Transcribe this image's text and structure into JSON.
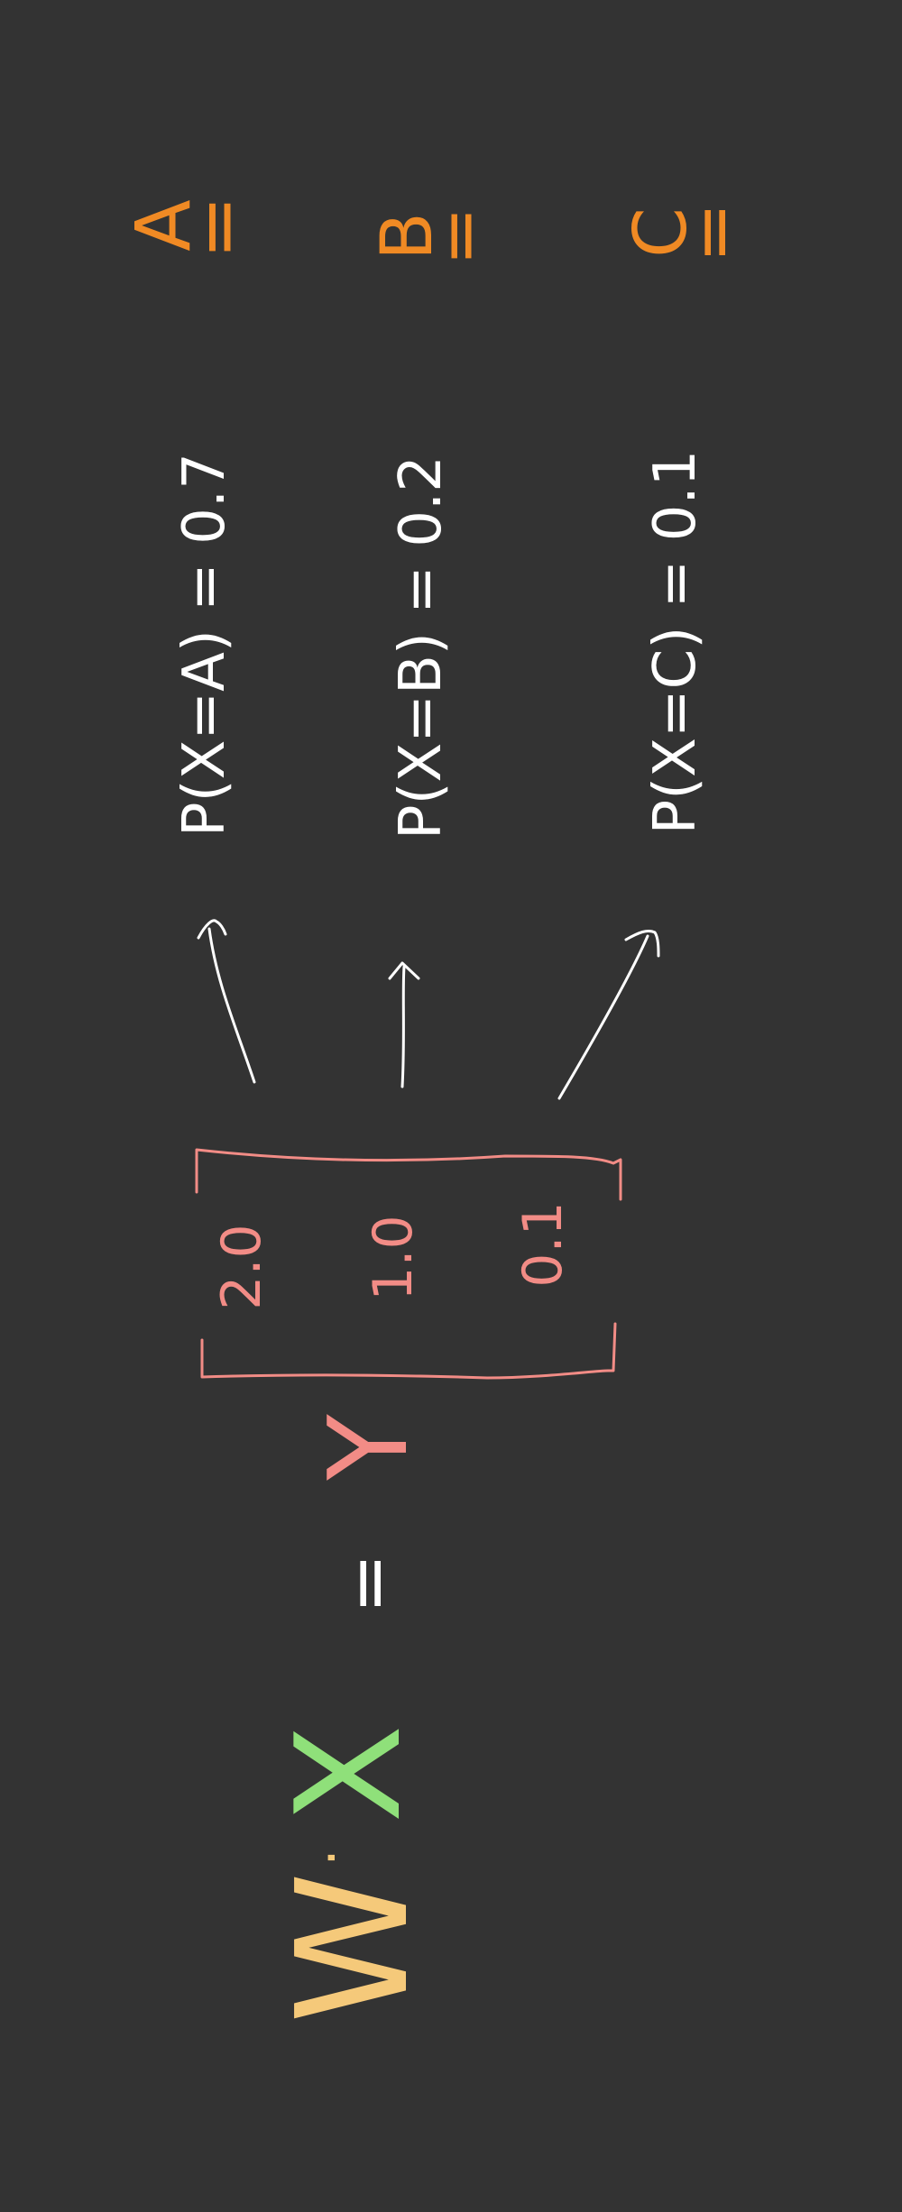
{
  "colors": {
    "background": "#333333",
    "orange": "#F08A24",
    "white": "#FFFFFF",
    "salmon": "#F28C86",
    "green": "#8FE07A",
    "yellow": "#F5C97A"
  },
  "classes": [
    {
      "label": "A",
      "eq": "="
    },
    {
      "label": "B",
      "eq": "="
    },
    {
      "label": "C",
      "eq": "="
    }
  ],
  "probabilities": [
    {
      "text": "P(X=A) = 0.7"
    },
    {
      "text": "P(X=B) = 0.2"
    },
    {
      "text": "P(X=C) = 0.1"
    }
  ],
  "vector": {
    "values": [
      "2.0",
      "1.0",
      "0.1"
    ],
    "label": "Y"
  },
  "equation": {
    "equals": "=",
    "w": "W",
    "dot": "·",
    "x": "X"
  }
}
